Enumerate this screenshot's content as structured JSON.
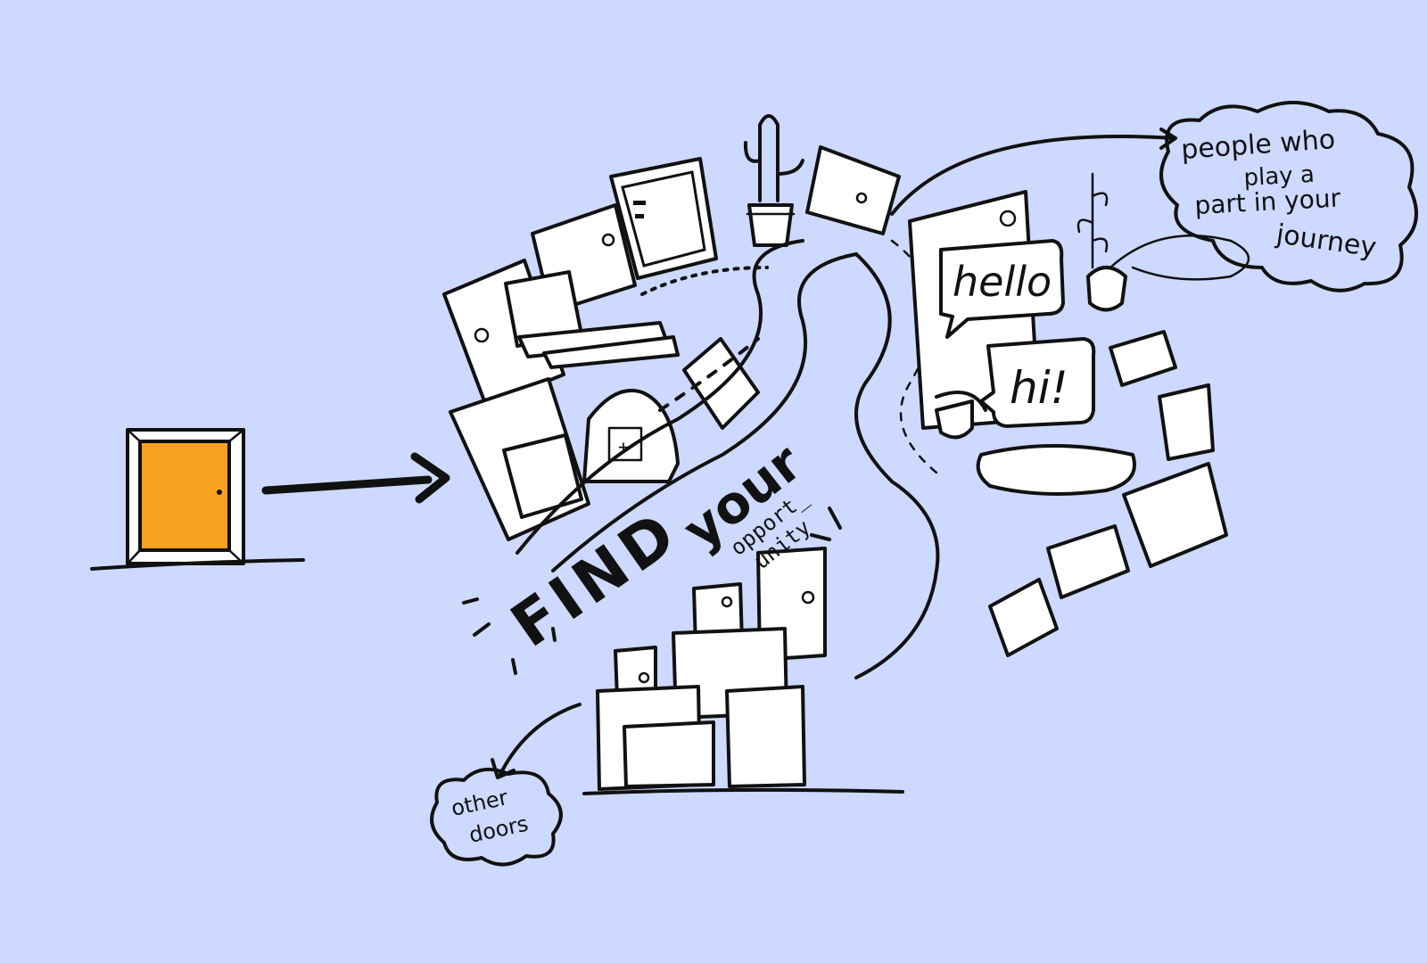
{
  "labels": {
    "find": "FIND",
    "your": "your",
    "opport": "opport_",
    "unity": "unity",
    "hello": "hello",
    "hi": "hi!",
    "people_line1": "people who",
    "people_line2": "play a",
    "people_line3": "part in your",
    "people_line4": "journey",
    "other_line1": "other",
    "other_line2": "doors"
  },
  "colors": {
    "background": "#cdd9ff",
    "ink": "#111111",
    "door_orange": "#f7a21f",
    "paper": "#ffffff"
  }
}
